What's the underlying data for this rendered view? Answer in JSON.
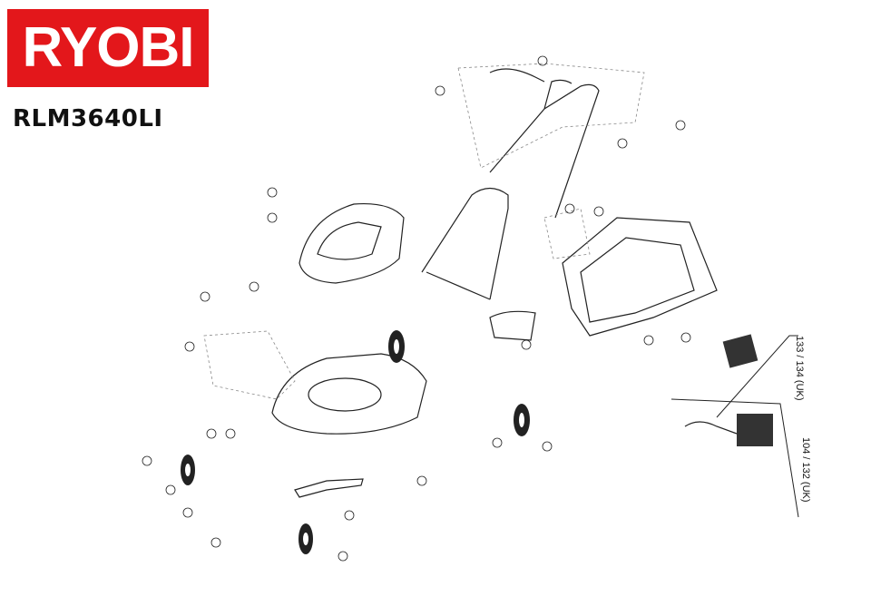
{
  "brand": {
    "name": "RYOBI",
    "color": "#e3171b"
  },
  "model": "RLM3640LI",
  "callouts": {
    "battery": "133 / 134 (UK)",
    "charger": "104 / 132 (UK)"
  }
}
